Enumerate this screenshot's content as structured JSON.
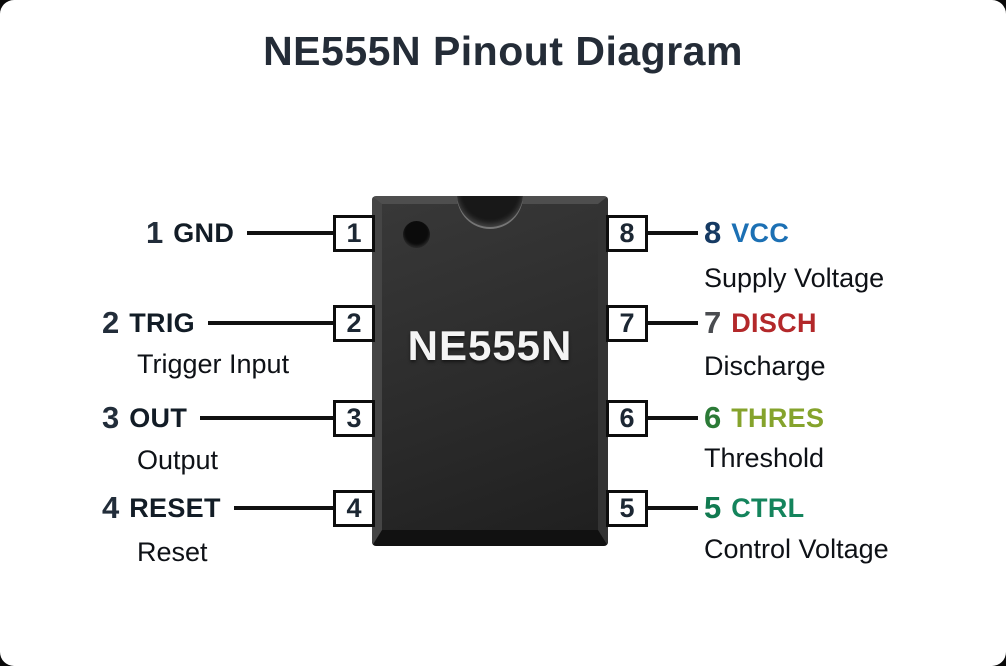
{
  "title": "NE555N Pinout Diagram",
  "chip": {
    "label": "NE555N"
  },
  "pins": {
    "left": [
      {
        "number": "1",
        "name": "GND",
        "description": "",
        "number_color": "#222d3a",
        "name_color": "#121c26"
      },
      {
        "number": "2",
        "name": "TRIG",
        "description": "Trigger Input",
        "number_color": "#222d3a",
        "name_color": "#121c26"
      },
      {
        "number": "3",
        "name": "OUT",
        "description": "Output",
        "number_color": "#222d3a",
        "name_color": "#121c26"
      },
      {
        "number": "4",
        "name": "RESET",
        "description": "Reset",
        "number_color": "#222d3a",
        "name_color": "#121c26"
      }
    ],
    "right": [
      {
        "number": "8",
        "name": "VCC",
        "description": "Supply Voltage",
        "number_color": "#163a63",
        "name_color": "#1c70b4"
      },
      {
        "number": "7",
        "name": "DISCH",
        "description": "Discharge",
        "number_color": "#4a4c50",
        "name_color": "#b3282a"
      },
      {
        "number": "6",
        "name": "THRES",
        "description": "Threshold",
        "number_color": "#2b7a36",
        "name_color": "#85a32c"
      },
      {
        "number": "5",
        "name": "CTRL",
        "description": "Control Voltage",
        "number_color": "#117a50",
        "name_color": "#14845c"
      }
    ]
  },
  "colors": {
    "title": "#242c37",
    "line": "#111111",
    "box_border": "#0d0d0d",
    "box_number": "#1c2733",
    "description": "#0e1116",
    "chip_body": "#2c2c2c",
    "chip_label": "#f4f4f4",
    "vcc_blue": "#1c70b4",
    "disch_red": "#b3282a",
    "thres_olive": "#85a32c",
    "ctrl_green": "#14845c"
  }
}
